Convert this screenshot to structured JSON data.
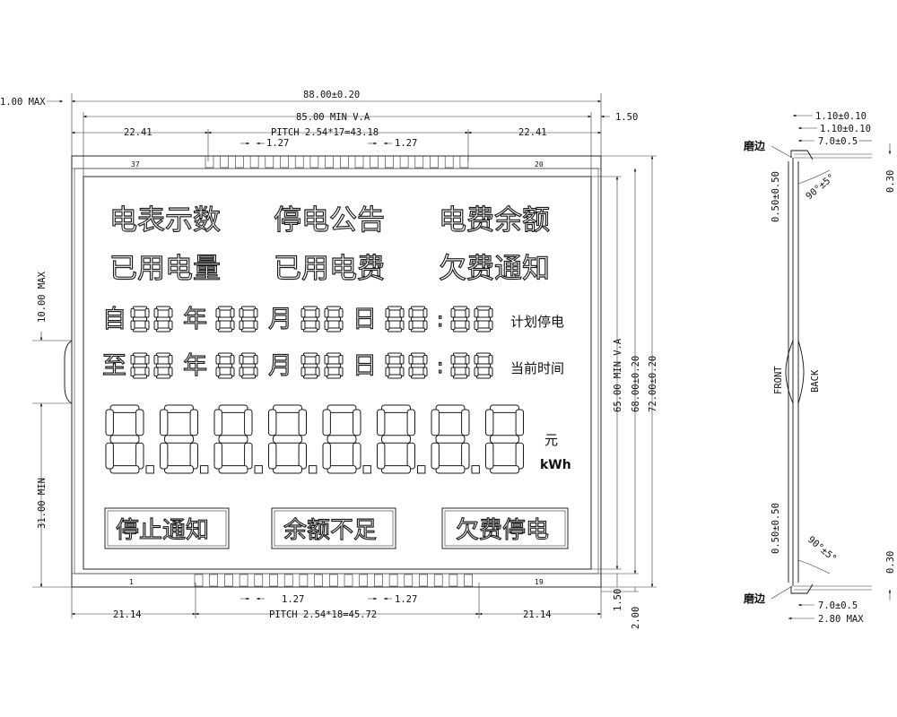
{
  "display": {
    "row1": [
      "电表示数",
      "停电公告",
      "电费余额"
    ],
    "row2": [
      "已用电量",
      "已用电费",
      "欠费通知"
    ],
    "from_label": "自",
    "to_label": "至",
    "date_units": [
      "年",
      "月",
      "日"
    ],
    "colon": ":",
    "plan_outage_label": "计划停电",
    "current_time_label": "当前时间",
    "unit_yuan": "元",
    "unit_kwh": "kWh",
    "boxes": [
      "停止通知",
      "余额不足",
      "欠费停电"
    ]
  },
  "pins": {
    "top_left": "37",
    "top_right": "20",
    "bottom_left": "1",
    "bottom_right": "19"
  },
  "dimensions": {
    "top_max": "1.00 MAX",
    "width_total": "88.00±0.20",
    "va_width": "85.00 MIN V.A",
    "right_margin": "1.50",
    "top_side_left": "22.41",
    "top_pitch": "PITCH 2.54*17=43.18",
    "top_side_right": "22.41",
    "top_pin_w_left": "1.27",
    "top_pin_w_right": "1.27",
    "left_10max": "10.00 MAX",
    "left_31min": "31.00 MIN",
    "right_65": "65.00 MIN V.A",
    "right_68": "68.00±0.20",
    "right_72": "72.00±0.20",
    "bottom_side_left": "21.14",
    "bottom_pitch": "PITCH 2.54*18=45.72",
    "bottom_side_right": "21.14",
    "bottom_pin_w_left": "1.27",
    "bottom_pin_w_right": "1.27",
    "bottom_1_50": "1.50",
    "bottom_2_00": "2.00"
  },
  "side_view": {
    "top_dim1": "1.10±0.10",
    "top_dim2": "1.10±0.10",
    "top_dim3": "7.0±0.5",
    "bevel_label_top": "磨边",
    "bevel_label_bottom": "磨边",
    "angle_top": "90°±5°",
    "angle_bottom": "90°±5°",
    "offset_top": "0.50±0.50",
    "offset_bottom": "0.50±0.50",
    "right_top": "0.30",
    "right_bottom": "0.30",
    "front": "FRONT",
    "back": "BACK",
    "bottom_dim1": "7.0±0.5",
    "bottom_dim2": "2.80 MAX"
  }
}
